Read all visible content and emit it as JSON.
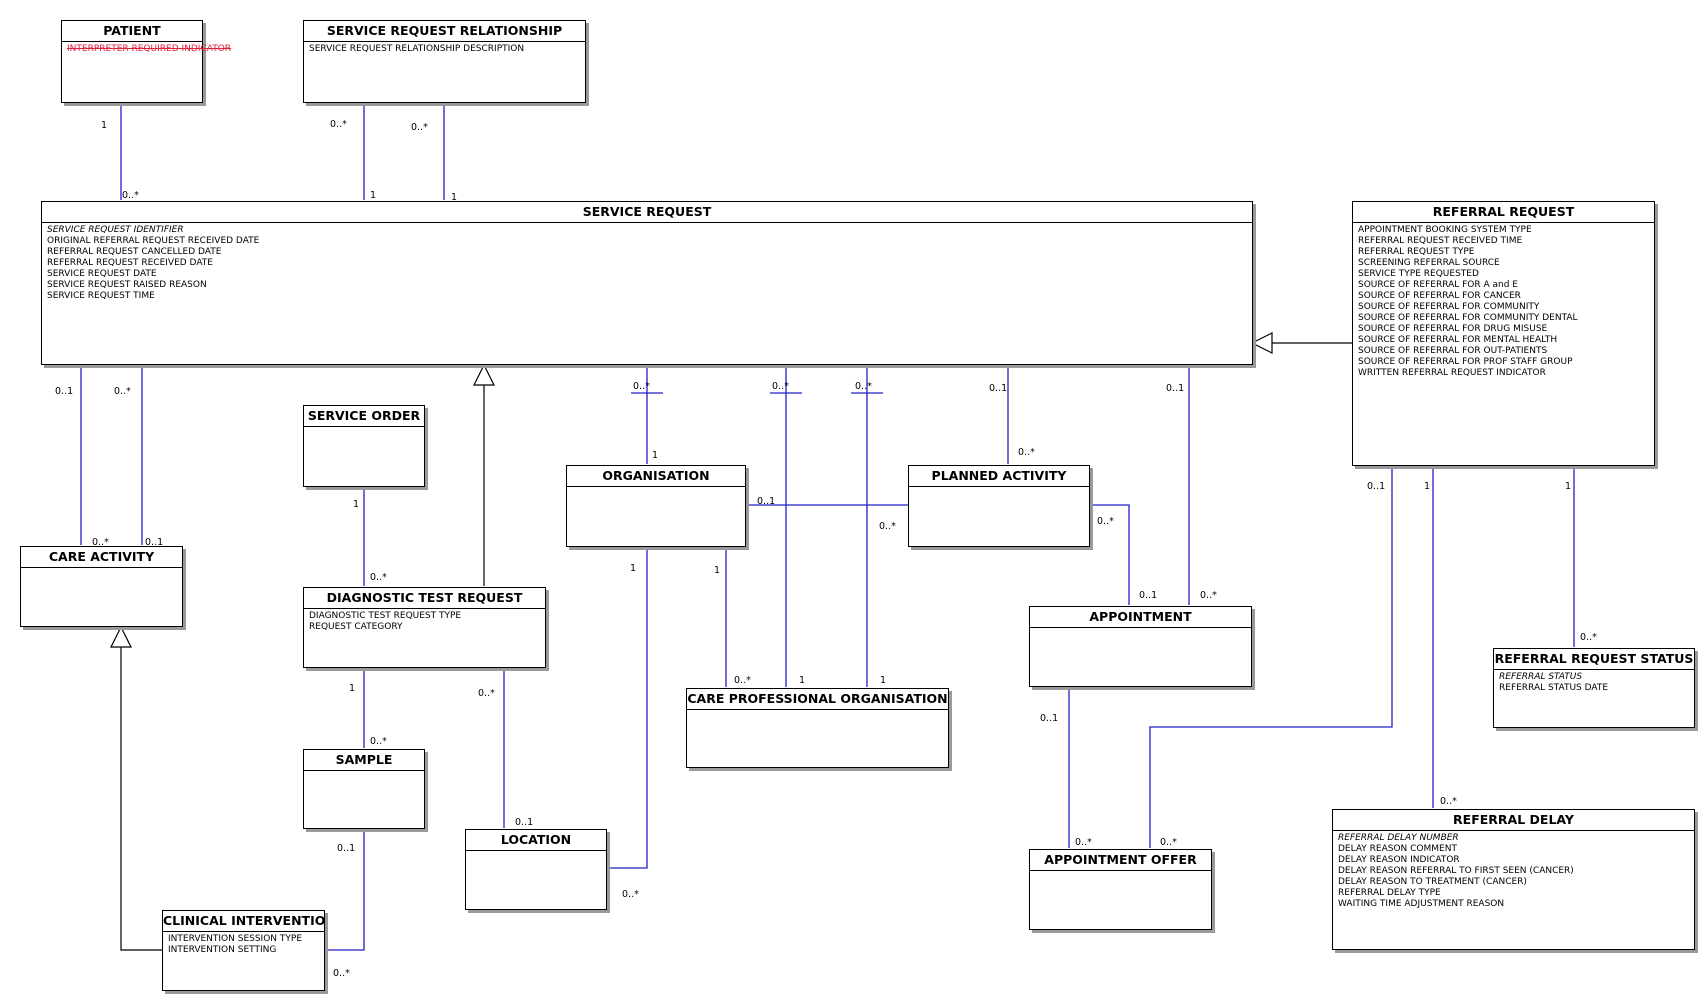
{
  "entities": {
    "patient": {
      "title": "PATIENT",
      "attributes": [
        {
          "text": "INTERPRETER REQUIRED INDICATOR",
          "style": "struck"
        }
      ]
    },
    "service_request_relationship": {
      "title": "SERVICE REQUEST RELATIONSHIP",
      "attributes": [
        {
          "text": "SERVICE REQUEST RELATIONSHIP DESCRIPTION"
        }
      ]
    },
    "service_request": {
      "title": "SERVICE REQUEST",
      "attributes": [
        {
          "text": "SERVICE REQUEST IDENTIFIER",
          "style": "key"
        },
        {
          "text": "ORIGINAL REFERRAL REQUEST RECEIVED DATE"
        },
        {
          "text": "REFERRAL REQUEST CANCELLED DATE"
        },
        {
          "text": "REFERRAL REQUEST RECEIVED DATE"
        },
        {
          "text": "SERVICE REQUEST DATE"
        },
        {
          "text": "SERVICE REQUEST RAISED REASON"
        },
        {
          "text": "SERVICE REQUEST TIME"
        }
      ]
    },
    "referral_request": {
      "title": "REFERRAL REQUEST",
      "attributes": [
        {
          "text": "APPOINTMENT BOOKING SYSTEM TYPE"
        },
        {
          "text": "REFERRAL REQUEST RECEIVED TIME"
        },
        {
          "text": "REFERRAL REQUEST TYPE"
        },
        {
          "text": "SCREENING REFERRAL SOURCE"
        },
        {
          "text": "SERVICE TYPE REQUESTED"
        },
        {
          "text": "SOURCE OF REFERRAL FOR A and E"
        },
        {
          "text": "SOURCE OF REFERRAL FOR CANCER"
        },
        {
          "text": "SOURCE OF REFERRAL FOR COMMUNITY"
        },
        {
          "text": "SOURCE OF REFERRAL FOR COMMUNITY DENTAL"
        },
        {
          "text": "SOURCE OF REFERRAL FOR DRUG MISUSE"
        },
        {
          "text": "SOURCE OF REFERRAL FOR MENTAL HEALTH"
        },
        {
          "text": "SOURCE OF REFERRAL FOR OUT-PATIENTS"
        },
        {
          "text": "SOURCE OF REFERRAL FOR PROF STAFF GROUP"
        },
        {
          "text": "WRITTEN REFERRAL REQUEST INDICATOR"
        }
      ]
    },
    "service_order": {
      "title": "SERVICE ORDER",
      "attributes": []
    },
    "care_activity": {
      "title": "CARE ACTIVITY",
      "attributes": []
    },
    "diagnostic_test_request": {
      "title": "DIAGNOSTIC TEST REQUEST",
      "attributes": [
        {
          "text": "DIAGNOSTIC TEST REQUEST TYPE"
        },
        {
          "text": "REQUEST CATEGORY"
        }
      ]
    },
    "organisation": {
      "title": "ORGANISATION",
      "attributes": []
    },
    "planned_activity": {
      "title": "PLANNED ACTIVITY",
      "attributes": []
    },
    "appointment": {
      "title": "APPOINTMENT",
      "attributes": []
    },
    "care_professional_organisation": {
      "title": "CARE PROFESSIONAL ORGANISATION",
      "attributes": []
    },
    "sample": {
      "title": "SAMPLE",
      "attributes": []
    },
    "location": {
      "title": "LOCATION",
      "attributes": []
    },
    "clinical_intervention": {
      "title": "CLINICAL INTERVENTION",
      "attributes": [
        {
          "text": "INTERVENTION SESSION TYPE"
        },
        {
          "text": "INTERVENTION SETTING"
        }
      ]
    },
    "appointment_offer": {
      "title": "APPOINTMENT OFFER",
      "attributes": []
    },
    "referral_request_status": {
      "title": "REFERRAL REQUEST STATUS",
      "attributes": [
        {
          "text": "REFERRAL STATUS",
          "style": "key"
        },
        {
          "text": "REFERRAL STATUS DATE"
        }
      ]
    },
    "referral_delay": {
      "title": "REFERRAL DELAY",
      "attributes": [
        {
          "text": "REFERRAL DELAY NUMBER",
          "style": "key"
        },
        {
          "text": "DELAY REASON COMMENT"
        },
        {
          "text": "DELAY REASON INDICATOR"
        },
        {
          "text": "DELAY REASON REFERRAL TO FIRST SEEN (CANCER)"
        },
        {
          "text": "DELAY REASON TO TREATMENT (CANCER)"
        },
        {
          "text": "REFERRAL DELAY TYPE"
        },
        {
          "text": "WAITING TIME ADJUSTMENT REASON"
        }
      ]
    }
  },
  "relationships": [
    {
      "from": "patient",
      "to": "service_request",
      "from_mult": "1",
      "to_mult": "0..*"
    },
    {
      "from": "service_request_relationship",
      "to": "service_request",
      "from_mult": "0..*",
      "to_mult": "1"
    },
    {
      "from": "service_request_relationship",
      "to": "service_request",
      "from_mult": "0..*",
      "to_mult": "1"
    },
    {
      "from": "service_request",
      "to": "care_activity",
      "from_mult": "0..1",
      "to_mult": "0..*"
    },
    {
      "from": "service_request",
      "to": "care_activity",
      "from_mult": "0..*",
      "to_mult": "0..1"
    },
    {
      "from": "service_request",
      "to": "organisation",
      "from_mult": "0..*",
      "to_mult": "1"
    },
    {
      "from": "service_request",
      "to": "care_professional_organisation",
      "from_mult": "0..*",
      "to_mult": "1"
    },
    {
      "from": "service_request",
      "to": "care_professional_organisation",
      "from_mult": "0..*",
      "to_mult": "1"
    },
    {
      "from": "service_request",
      "to": "planned_activity",
      "from_mult": "0..1",
      "to_mult": "0..*"
    },
    {
      "from": "service_request",
      "to": "appointment",
      "from_mult": "0..1",
      "to_mult": "0..*"
    },
    {
      "from": "service_order",
      "to": "diagnostic_test_request",
      "from_mult": "1",
      "to_mult": "0..*"
    },
    {
      "from": "organisation",
      "to": "planned_activity",
      "from_mult": "0..1",
      "to_mult": "0..*"
    },
    {
      "from": "organisation",
      "to": "location",
      "from_mult": "1",
      "to_mult": "0..*"
    },
    {
      "from": "organisation",
      "to": "care_professional_organisation",
      "from_mult": "1",
      "to_mult": "0..*"
    },
    {
      "from": "planned_activity",
      "to": "appointment",
      "from_mult": "0..*",
      "to_mult": "0..1"
    },
    {
      "from": "diagnostic_test_request",
      "to": "sample",
      "from_mult": "1",
      "to_mult": "0..*"
    },
    {
      "from": "diagnostic_test_request",
      "to": "location",
      "from_mult": "0..*",
      "to_mult": "0..1"
    },
    {
      "from": "sample",
      "to": "clinical_intervention",
      "from_mult": "0..1",
      "to_mult": "0..*"
    },
    {
      "from": "appointment",
      "to": "appointment_offer",
      "from_mult": "0..1",
      "to_mult": "0..*"
    },
    {
      "from": "referral_request",
      "to": "appointment_offer",
      "from_mult": "0..1",
      "to_mult": "0..*"
    },
    {
      "from": "referral_request",
      "to": "referral_delay",
      "from_mult": "1",
      "to_mult": "0..*"
    },
    {
      "from": "referral_request",
      "to": "referral_request_status",
      "from_mult": "1",
      "to_mult": "0..*"
    }
  ],
  "generalizations": [
    {
      "child": "referral_request",
      "parent": "service_request"
    },
    {
      "child": "diagnostic_test_request",
      "parent": "service_request"
    },
    {
      "child": "clinical_intervention",
      "parent": "care_activity"
    }
  ]
}
